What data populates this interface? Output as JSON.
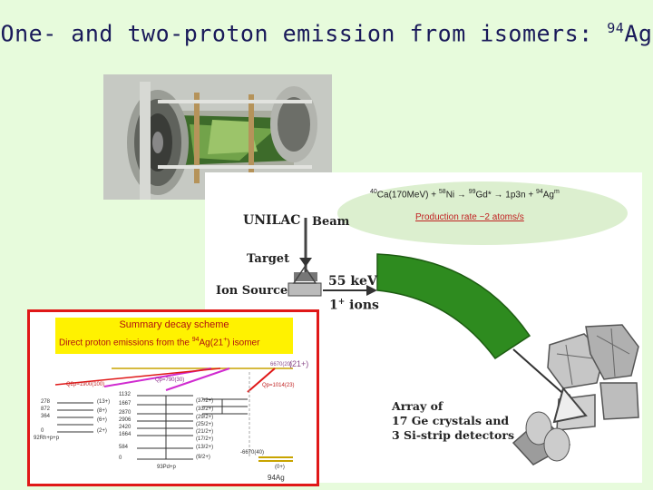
{
  "slide": {
    "title_main": "One- and two-proton emission from isomers: ",
    "title_mass": "94",
    "title_element": "Ag"
  },
  "setup": {
    "reaction_part1": "Ca(170MeV) + ",
    "reaction_ca_mass": "40",
    "reaction_ni_mass": "58",
    "reaction_ni": "Ni",
    "reaction_gd_mass": "99",
    "reaction_gd": "Gd*",
    "reaction_channel": "1p3n + ",
    "reaction_ag_mass": "94",
    "reaction_ag": "Ag",
    "reaction_ag_state": "m",
    "production_rate": "Production rate ~2 atoms/s",
    "unilac": "UNILAC",
    "beam": "Beam",
    "target": "Target",
    "ion_source": "Ion Source",
    "energy": "55 keV",
    "ions_sup": "+",
    "ions": "ions",
    "array_line1": "Array of",
    "array_line2": "17 Ge crystals and",
    "array_line3": "3 Si-strip detectors"
  },
  "decay_scheme": {
    "heading": "Summary decay scheme",
    "subheading_part1": "Direct proton emissions from the ",
    "subheading_mass": "94",
    "subheading_part2": "Ag(21",
    "subheading_part3": ") isomer",
    "isomer_spin": "(21+)",
    "isomer_energy": "6670(20)",
    "q_2p": "Q2p=1900(100)",
    "q_p1": "Qp=790(30)",
    "q_p2": "Qp=1014(23)",
    "ground_spin": "(0+)",
    "ground_energy": "-6670(40)",
    "label_rh": "92Rh+p+p",
    "label_pd": "93Pd+p",
    "label_ag": "94Ag",
    "label_rh_mass": "92",
    "left_levels": [
      "278",
      "872",
      "364",
      "0"
    ],
    "left_spins": [
      "(13+)",
      "(8+)",
      "(6+)",
      "(2+)"
    ],
    "mid_levels": [
      "1132",
      "1667",
      "2870",
      "2906",
      "2420",
      "1664",
      "584",
      "0"
    ],
    "mid_spins": [
      "(37/2+)",
      "(33/2+)",
      "(29/2+)",
      "(25/2+)",
      "(21/2+)",
      "(17/2+)",
      "(13/2+)",
      "(9/2+)"
    ]
  },
  "colors": {
    "background": "#e7fbdc",
    "title": "#1a1a5a",
    "decay_border": "#e01818",
    "highlight": "#fff200",
    "magenta_arrow": "#d02bd0",
    "red_arrow": "#e01818",
    "magnet_green": "#2e8b1f",
    "isomer_level": "#c8a400"
  }
}
